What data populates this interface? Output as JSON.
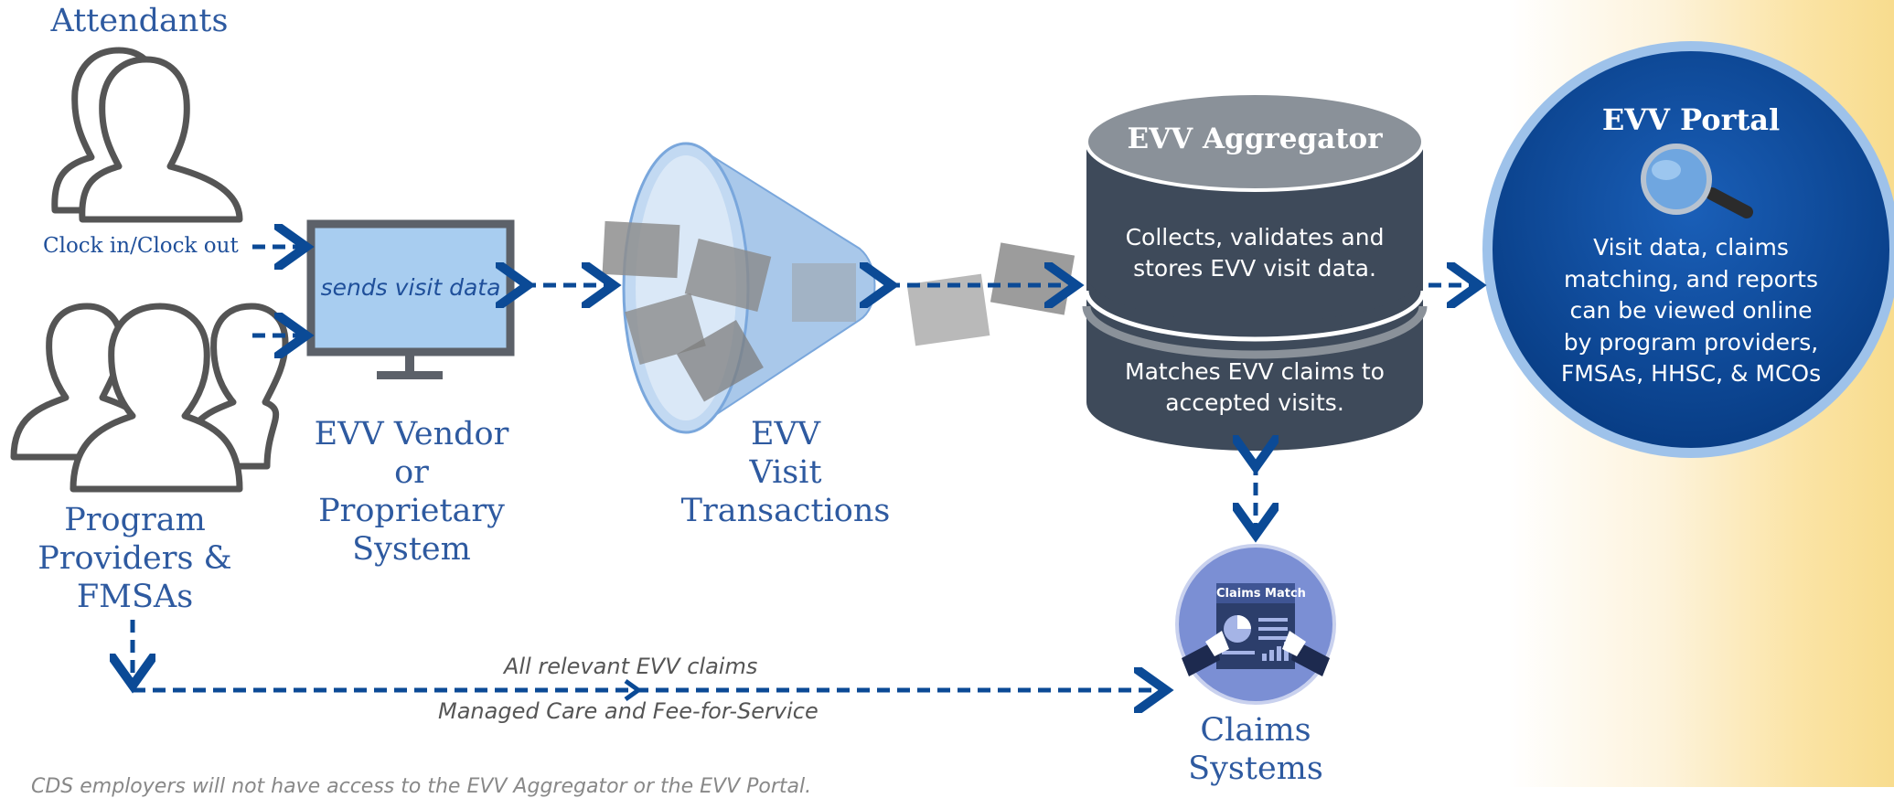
{
  "attendants": {
    "label": "Attendants",
    "clock_label": "Clock in/Clock out"
  },
  "program_providers": {
    "label_lines": [
      "Program",
      "Providers &",
      "FMSAs"
    ]
  },
  "vendor": {
    "screen_text": "sends visit data",
    "label_lines": [
      "EVV Vendor",
      "or",
      "Proprietary",
      "System"
    ]
  },
  "transactions": {
    "label_lines": [
      "EVV",
      "Visit",
      "Transactions"
    ]
  },
  "aggregator": {
    "title": "EVV Aggregator",
    "top_text_lines": [
      "Collects, validates and",
      "stores EVV visit data."
    ],
    "bottom_text_lines": [
      "Matches EVV claims to",
      "accepted visits."
    ]
  },
  "portal": {
    "title": "EVV Portal",
    "text_lines": [
      "Visit data, claims",
      "matching, and reports",
      "can be viewed online",
      "by program providers,",
      "FMSAs, HHSC, & MCOs"
    ]
  },
  "claims": {
    "badge": "Claims Match",
    "label_lines": [
      "Claims",
      "Systems"
    ]
  },
  "claims_flow": {
    "top_label": "All relevant EVV claims",
    "bottom_label": "Managed Care and Fee-for-Service"
  },
  "footnote": "CDS employers will not have access to the EVV Aggregator or the EVV Portal.",
  "colors": {
    "arrow": "#0b4a96",
    "label": "#2e5aa0",
    "cylinder": "#3e4a5a",
    "cylinder_top": "#8a9199",
    "portal": "#0f4a9e",
    "claims_circle": "#7b8fd4"
  }
}
